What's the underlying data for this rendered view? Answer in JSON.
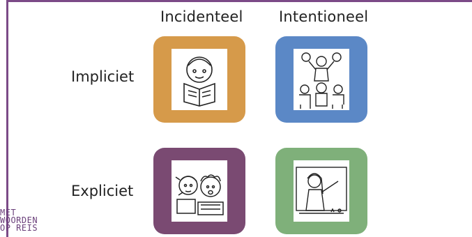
{
  "columns": [
    "Incidenteel",
    "Intentioneel"
  ],
  "rows": [
    "Impliciet",
    "Expliciet"
  ],
  "colors": {
    "frame": "#7b4a87",
    "tile_incidental_implicit": "#d69a4a",
    "tile_intentional_implicit": "#5b88c6",
    "tile_incidental_explicit": "#7a4a72",
    "tile_intentional_explicit": "#7fb07a"
  },
  "illustrations": {
    "incidental_implicit": "child-reading-book",
    "intentional_implicit": "teacher-with-puppets-and-children",
    "incidental_explicit": "children-talking",
    "intentional_explicit": "teacher-at-board"
  },
  "logo": [
    "MET",
    "WOORDEN",
    "OP REIS"
  ]
}
